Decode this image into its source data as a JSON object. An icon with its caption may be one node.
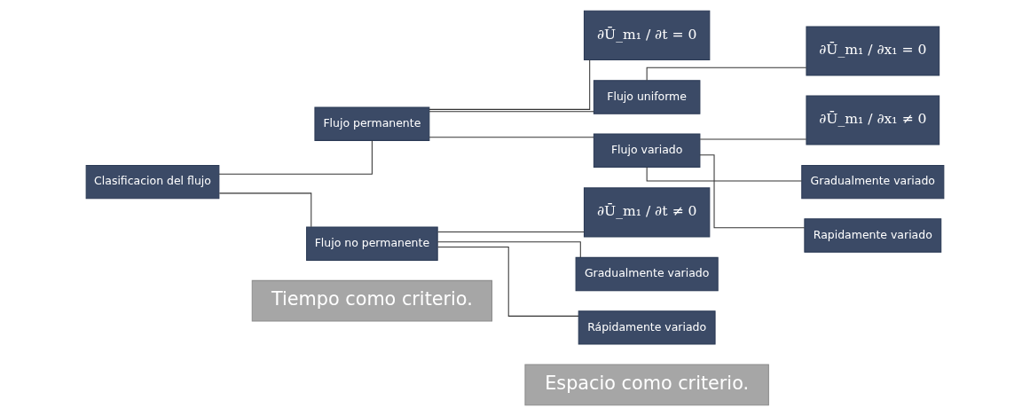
{
  "diagram": {
    "nodes": [
      {
        "text": [
          "Tiempo como criterio."
        ]
      },
      {
        "text": [
          "Espacio como criterio."
        ]
      },
      {
        "text": [
          "Clasificacion del flujo"
        ]
      },
      {
        "text": [
          "Flujo permanente"
        ]
      },
      {
        "text": [
          "Flujo no permanente"
        ]
      },
      {
        "text": [
          "∂Ū_m₁ / ∂t = 0"
        ]
      },
      {
        "text": [
          "∂Ū_m₁ / ∂t ≠ 0"
        ]
      },
      {
        "text": [
          "Flujo uniforme"
        ]
      },
      {
        "text": [
          "Flujo variado"
        ]
      },
      {
        "text": [
          "Gradualmente variado"
        ]
      },
      {
        "text": [
          "Rápidamente variado"
        ]
      },
      {
        "text": [
          "∂Ū_m₁ / ∂x₁ = 0"
        ]
      },
      {
        "text": [
          "∂Ū_m₁ / ∂x₁ ≠ 0"
        ]
      },
      {
        "text": [
          "Gradualmente variado"
        ]
      },
      {
        "text": [
          "Rapidamente variado"
        ]
      }
    ],
    "edges": [
      {
        "from": 2,
        "to": 3,
        "arrow": "none"
      },
      {
        "from": 2,
        "to": 4,
        "arrow": "none"
      },
      {
        "from": 3,
        "to": 5,
        "arrow": "none"
      },
      {
        "from": 3,
        "to": 7,
        "arrow": "none"
      },
      {
        "from": 3,
        "to": 8,
        "arrow": "none"
      },
      {
        "from": 4,
        "to": 6,
        "arrow": "none"
      },
      {
        "from": 4,
        "to": 9,
        "arrow": "none"
      },
      {
        "from": 4,
        "to": 10,
        "arrow": "none"
      },
      {
        "from": 7,
        "to": 11,
        "arrow": "none"
      },
      {
        "from": 8,
        "to": 12,
        "arrow": "none"
      },
      {
        "from": 8,
        "to": 13,
        "arrow": "none"
      },
      {
        "from": 8,
        "to": 14,
        "arrow": "none"
      }
    ]
  }
}
